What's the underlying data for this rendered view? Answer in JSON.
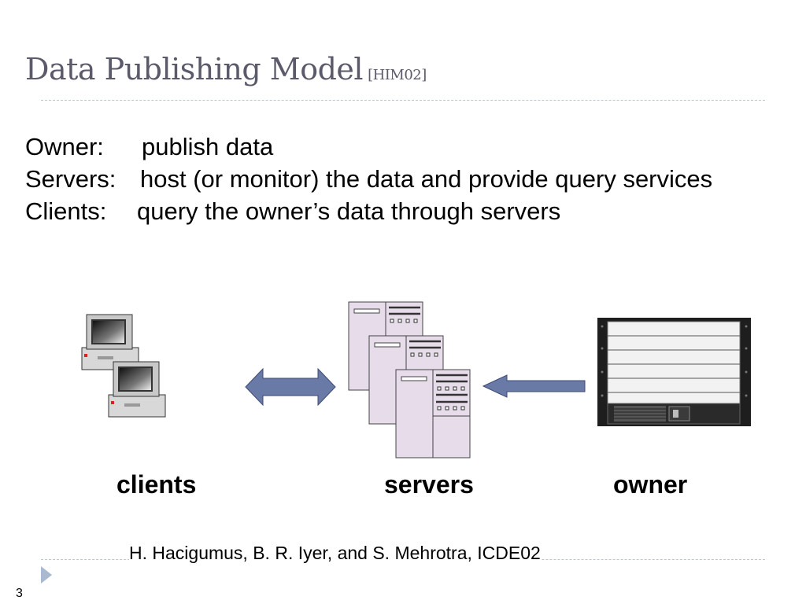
{
  "slide": {
    "title": "Data Publishing Model",
    "title_ref": "[HIM02]",
    "roles": [
      {
        "term": "Owner:",
        "desc": "publish data"
      },
      {
        "term": "Servers:",
        "desc": "host (or monitor) the data and provide query services"
      },
      {
        "term": "Clients:",
        "desc": "query the owner’s data through servers"
      }
    ],
    "diagram": {
      "clients_label": "clients",
      "servers_label": "servers",
      "owner_label": "owner",
      "icons": {
        "clients": "desktop-computers-icon",
        "servers": "server-towers-icon",
        "owner": "rack-server-icon"
      },
      "arrow_color": "#6a7aa6"
    },
    "citation": "H. Hacigumus, B. R. Iyer, and S. Mehrotra, ICDE02",
    "page_number": "3"
  }
}
